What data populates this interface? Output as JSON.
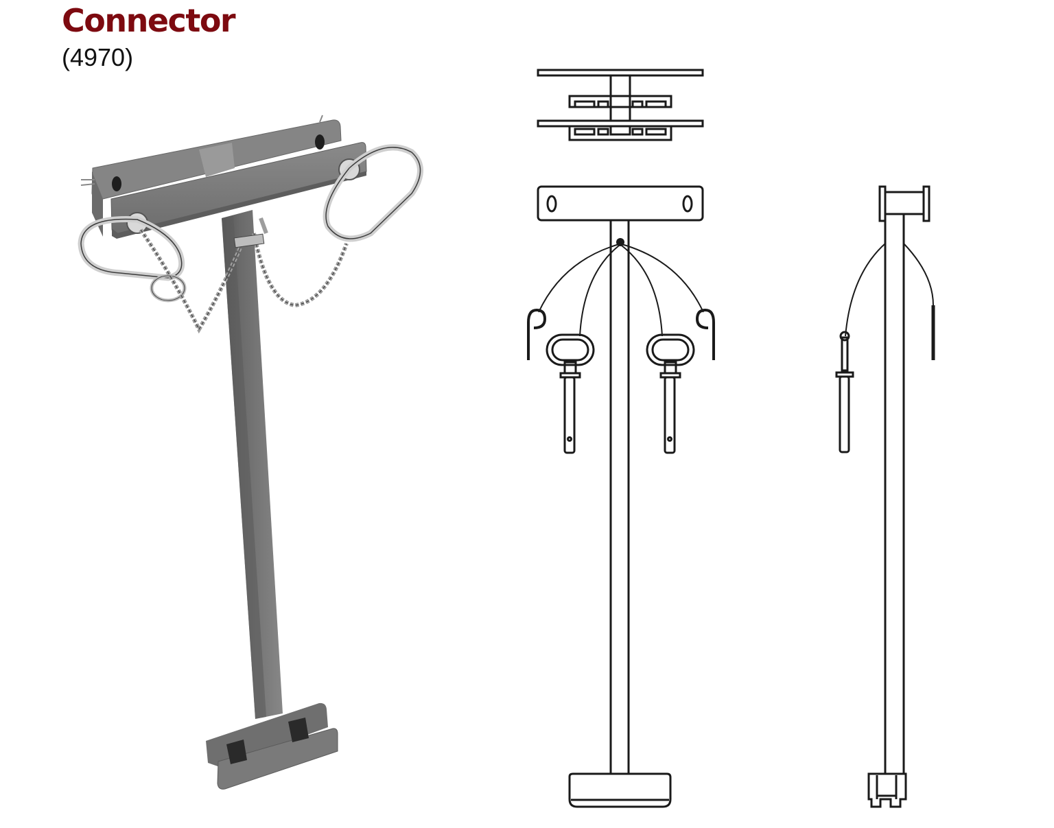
{
  "product": {
    "title": "Connector",
    "part_number": "(4970)"
  },
  "colors": {
    "title": "#7d0a10",
    "text": "#111111",
    "steel": "#7b7b7b",
    "steel_dark": "#5a5a5a",
    "line_art": "#1a1a1a",
    "background": "#ffffff"
  },
  "figures": [
    {
      "id": "photo",
      "label": "product-photo"
    },
    {
      "id": "top-view",
      "label": "top-view-drawing"
    },
    {
      "id": "front-view",
      "label": "front-view-drawing"
    },
    {
      "id": "side-view",
      "label": "side-view-drawing"
    }
  ]
}
